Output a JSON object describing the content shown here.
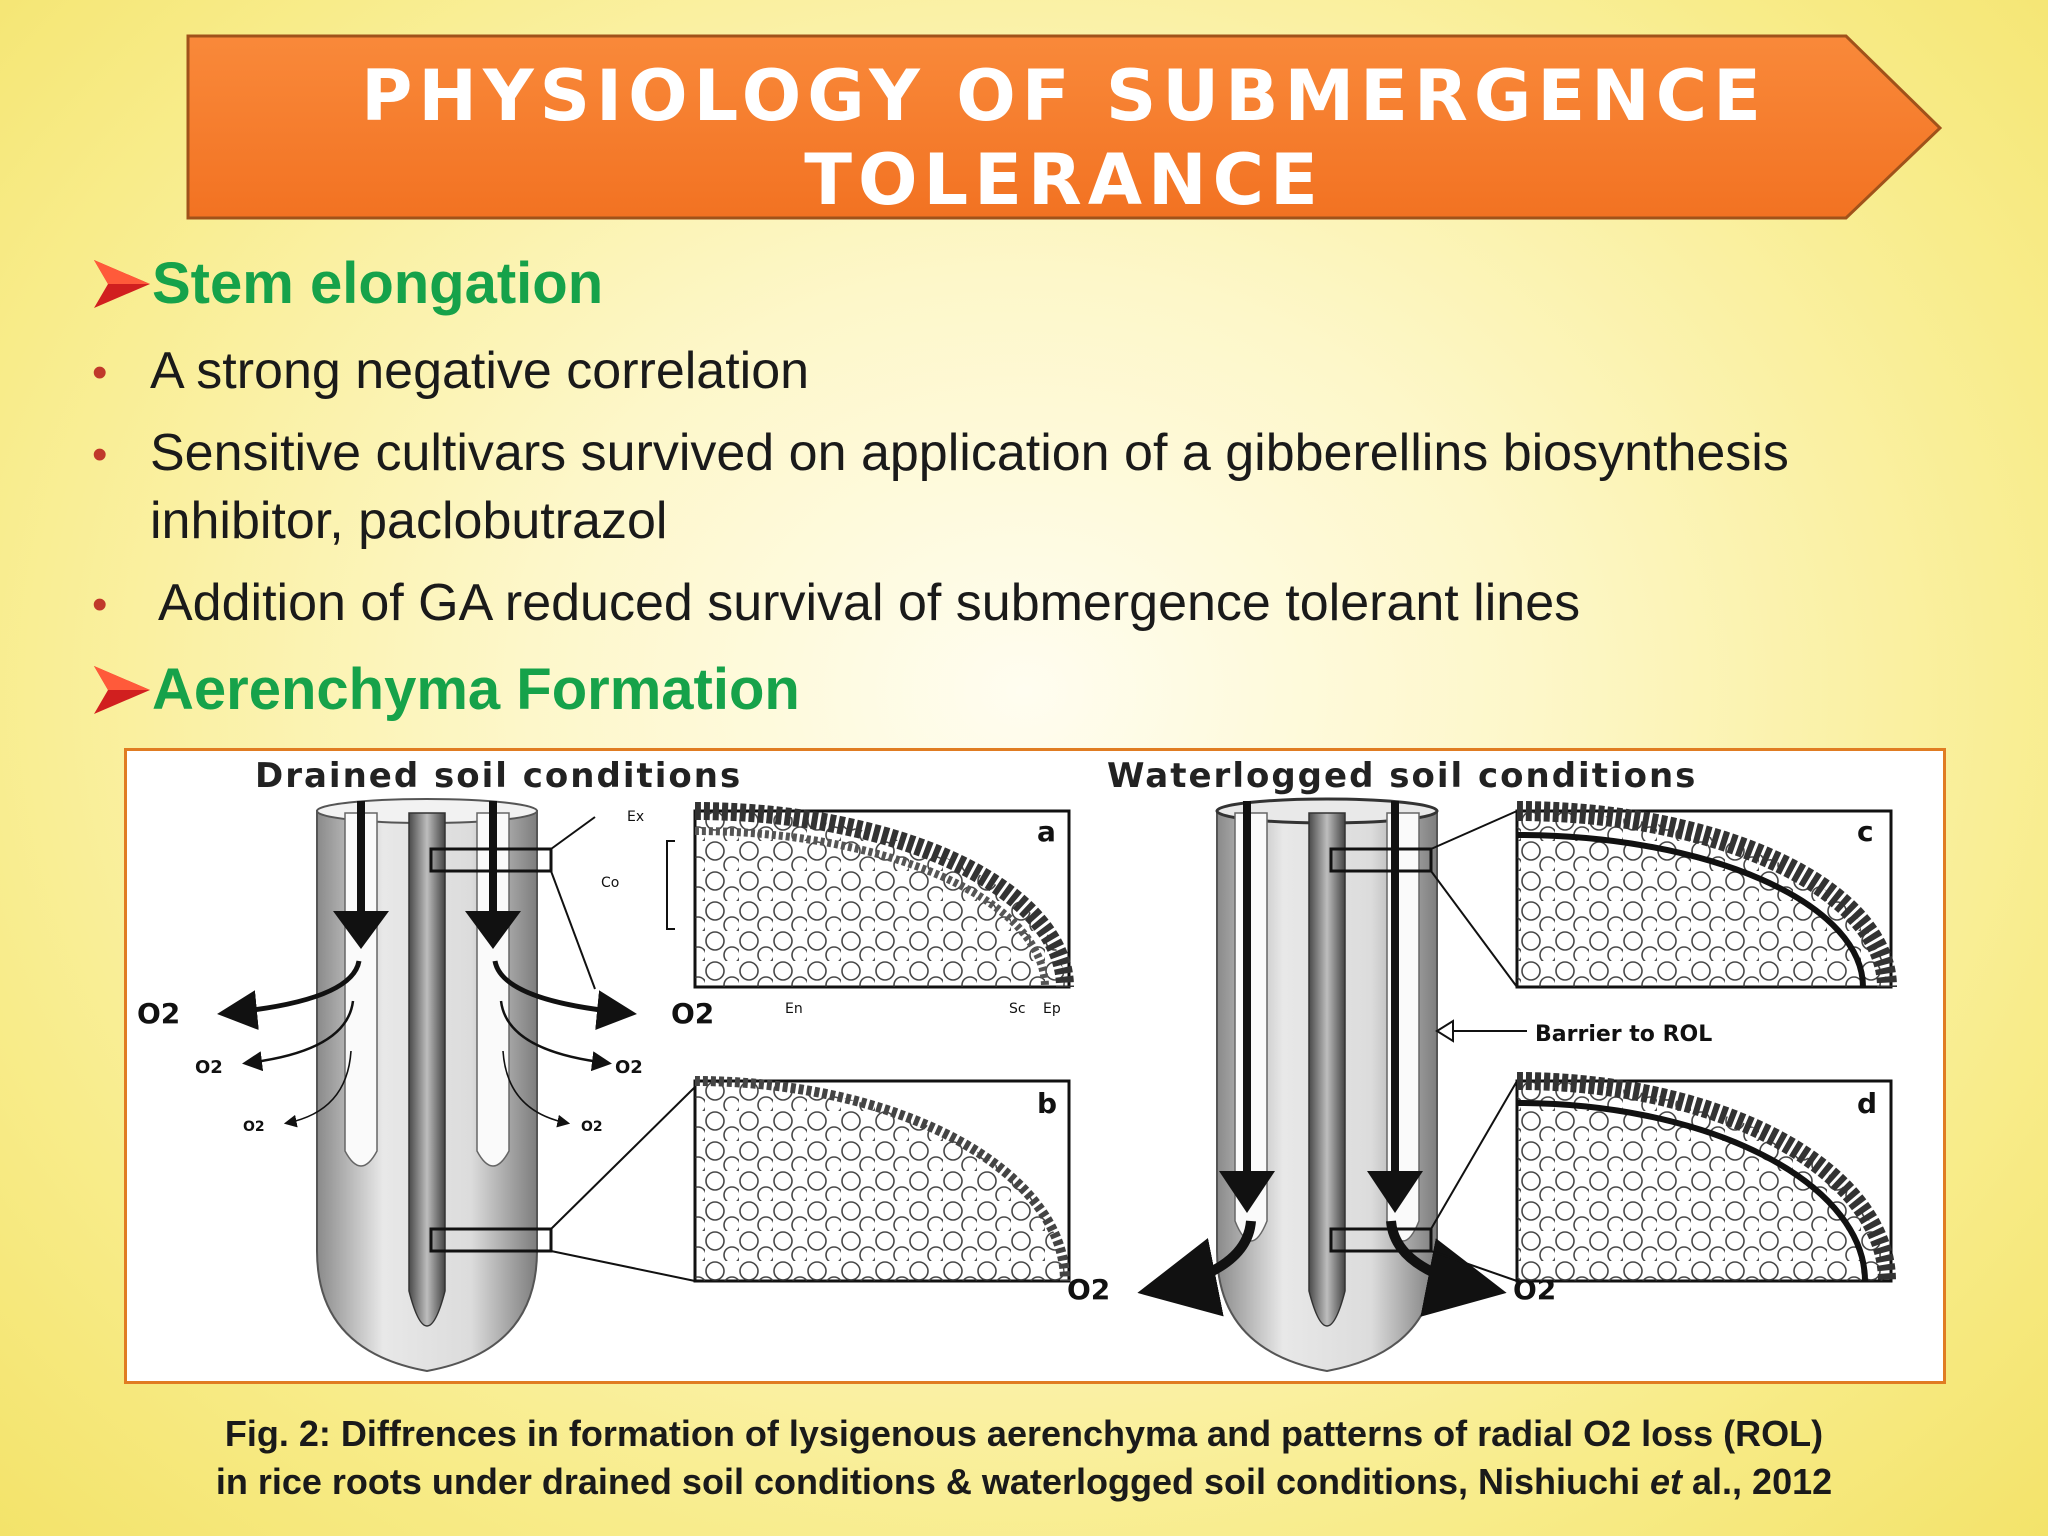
{
  "slide": {
    "title_line1": "PHYSIOLOGY OF SUBMERGENCE",
    "title_line2": "TOLERANCE",
    "colors": {
      "banner": "#f57f2a",
      "heading": "#16a24a",
      "bullet": "#c0392b",
      "figure_border": "#e07c22"
    }
  },
  "sections": [
    {
      "heading": "Stem elongation",
      "bullets": [
        "A strong negative correlation",
        "Sensitive cultivars  survived on application of a gibberellins biosynthesis",
        "inhibitor, paclobutrazol",
        " Addition of GA  reduced survival of  submergence tolerant lines"
      ]
    },
    {
      "heading": "Aerenchyma Formation"
    }
  ],
  "figure": {
    "left_title": "Drained soil conditions",
    "right_title": "Waterlogged soil conditions",
    "panel_a": "a",
    "panel_b": "b",
    "panel_c": "c",
    "panel_d": "d",
    "o2": "O2",
    "barrier": "Barrier to ROL",
    "tissue_labels": {
      "ex": "Ex",
      "co": "Co",
      "en": "En",
      "sc": "Sc",
      "ep": "Ep"
    }
  },
  "caption": {
    "line1": "Fig. 2: Diffrences in formation of lysigenous aerenchyma and patterns of radial O2 loss (ROL)",
    "line2_pre": "in rice roots under drained soil conditions & waterlogged soil conditions, Nishiuchi ",
    "line2_italic": "et",
    "line2_post": " al., 2012"
  }
}
